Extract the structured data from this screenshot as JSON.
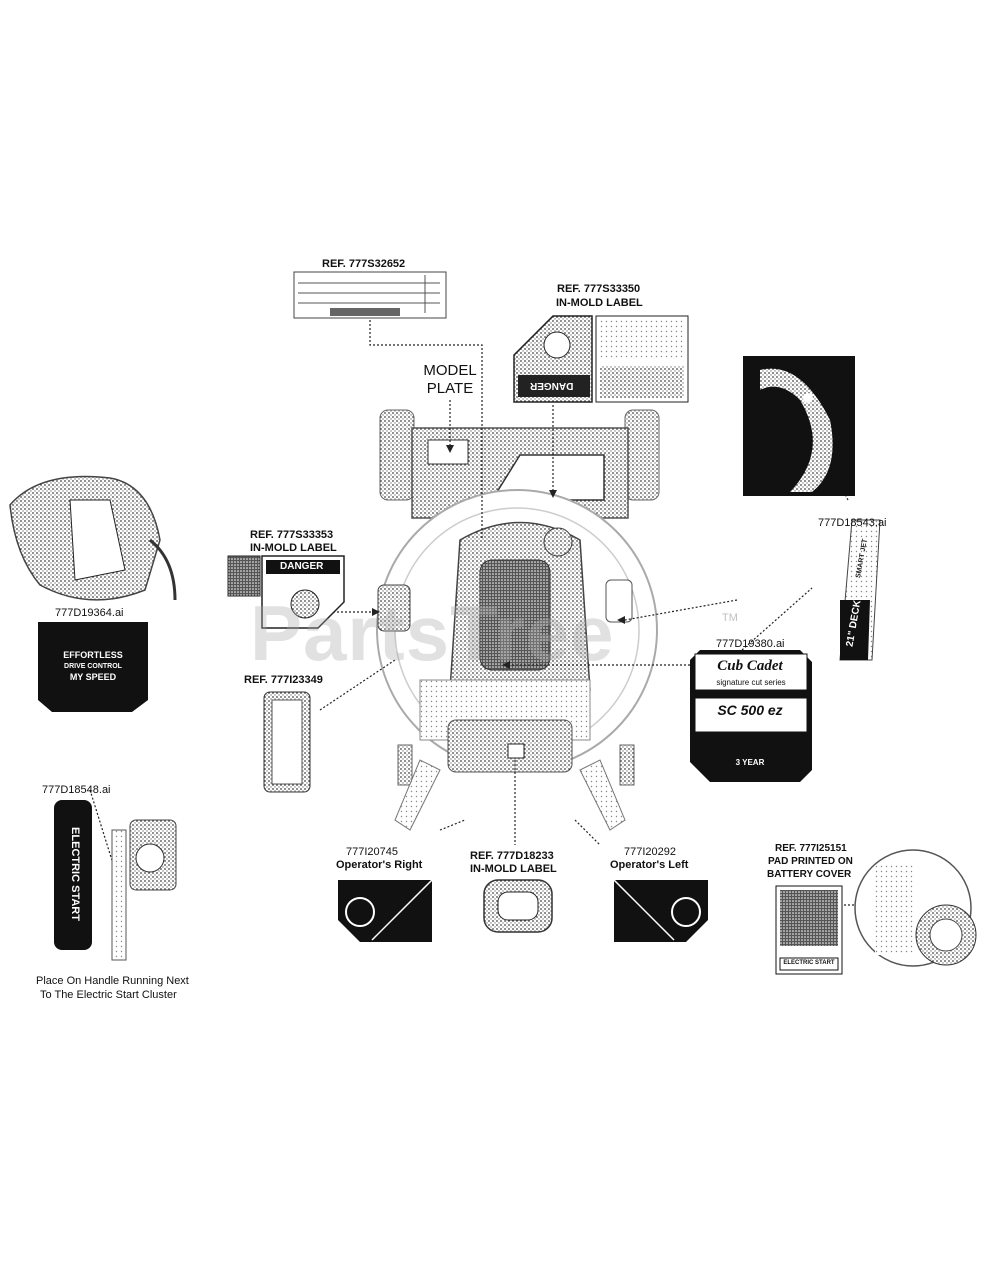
{
  "watermark": {
    "text": "PartsTree",
    "trademark": "TM"
  },
  "labels": {
    "ref_32652": "REF. 777S32652",
    "ref_33350_a": "REF. 777S33350",
    "ref_33350_b": "IN-MOLD LABEL",
    "model_plate_a": "MODEL",
    "model_plate_b": "PLATE",
    "ref_33353_a": "REF. 777S33353",
    "ref_33353_b": "IN-MOLD LABEL",
    "ref_23349": "REF. 777I23349",
    "file_19364": "777D19364.ai",
    "file_18543": "777D18543.ai",
    "file_19380": "777D19380.ai",
    "file_18548": "777D18548.ai",
    "op_right_a": "777I20745",
    "op_right_b": "Operator's Right",
    "ref_18233_a": "REF. 777D18233",
    "ref_18233_b": "IN-MOLD LABEL",
    "op_left_a": "777I20292",
    "op_left_b": "Operator's Left",
    "ref_25151_a": "REF. 777I25151",
    "ref_25151_b": "PAD PRINTED ON",
    "ref_25151_c": "BATTERY COVER",
    "note_a": "Place On Handle Running Next",
    "note_b": "To The Electric Start Cluster"
  },
  "decals": {
    "danger_word": "DANGER",
    "danger_word_inverted": "DANGER",
    "effortless_1": "EFFORTLESS",
    "effortless_2": "DRIVE CONTROL",
    "effortless_3": "MY SPEED",
    "electric_start": "ELECTRIC START",
    "electric_start_small": "ELECTRIC START",
    "cub_brand": "Cub Cadet",
    "cub_series": "signature cut series",
    "cub_model": "SC 500 ez",
    "cub_warranty": "3 YEAR",
    "deck_size": "21\" DECK",
    "deck_text": "SMART JET"
  }
}
